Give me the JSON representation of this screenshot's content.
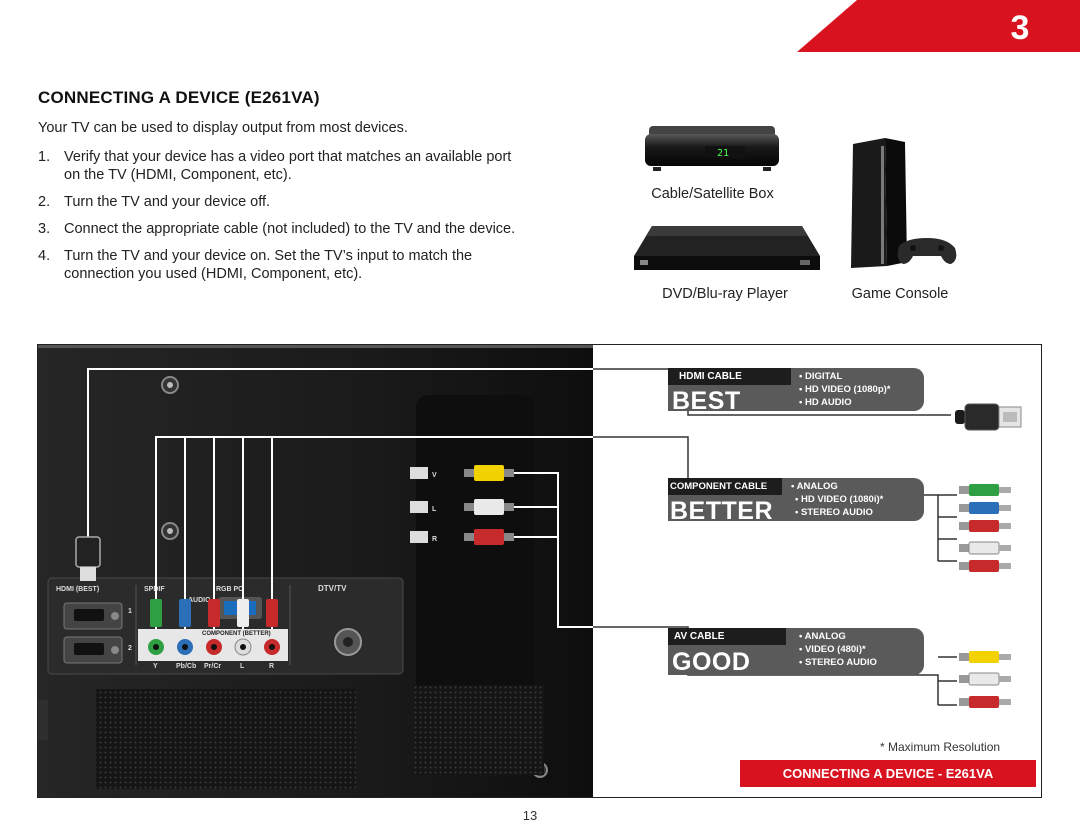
{
  "chapter": {
    "number": "3",
    "accent_color": "#d8131f"
  },
  "section_title": "CONNECTING A DEVICE (E261VA)",
  "intro": "Your TV can be used to display output from most devices.",
  "steps": [
    {
      "num": "1.",
      "text": "Verify that your device has a video port that matches an available port on the TV (HDMI, Component, etc)."
    },
    {
      "num": "2.",
      "text": "Turn the TV and your device off."
    },
    {
      "num": "3.",
      "text": "Connect the appropriate cable (not included) to the TV and the device."
    },
    {
      "num": "4.",
      "text": "Turn the TV and your device on. Set the TV’s input to match the connection you used (HDMI, Component, etc)."
    }
  ],
  "devices": {
    "cable_box_label": "Cable/Satellite Box",
    "cable_box_display": "21",
    "dvd_label": "DVD/Blu-ray Player",
    "console_label": "Game Console"
  },
  "tv_ports": {
    "hdmi_best": "HDMI (BEST)",
    "spdif": "SPDIF",
    "rgb_pc": "RGB PC",
    "audio": "AUDIO",
    "dtv_tv": "DTV/TV",
    "component_better": "COMPONENT (BETTER)",
    "hdmi_1": "1",
    "hdmi_2": "2",
    "y": "Y",
    "pb": "Pb/Cb",
    "pr": "Pr/Cr",
    "l": "L",
    "r": "R",
    "av_v": "V",
    "av_l": "L",
    "av_r": "R"
  },
  "cables": [
    {
      "name": "HDMI CABLE",
      "rating": "BEST",
      "features": [
        "• DIGITAL",
        "• HD VIDEO (1080p)*",
        "• HD AUDIO"
      ]
    },
    {
      "name": "COMPONENT CABLE",
      "rating": "BETTER",
      "features": [
        "• ANALOG",
        "• HD VIDEO (1080i)*",
        "• STEREO AUDIO"
      ]
    },
    {
      "name": "AV CABLE",
      "rating": "GOOD",
      "features": [
        "• ANALOG",
        "• VIDEO (480i)*",
        "• STEREO AUDIO"
      ]
    }
  ],
  "footnote": "* Maximum Resolution",
  "footer_title": "CONNECTING A DEVICE - E261VA",
  "page_number": "13"
}
